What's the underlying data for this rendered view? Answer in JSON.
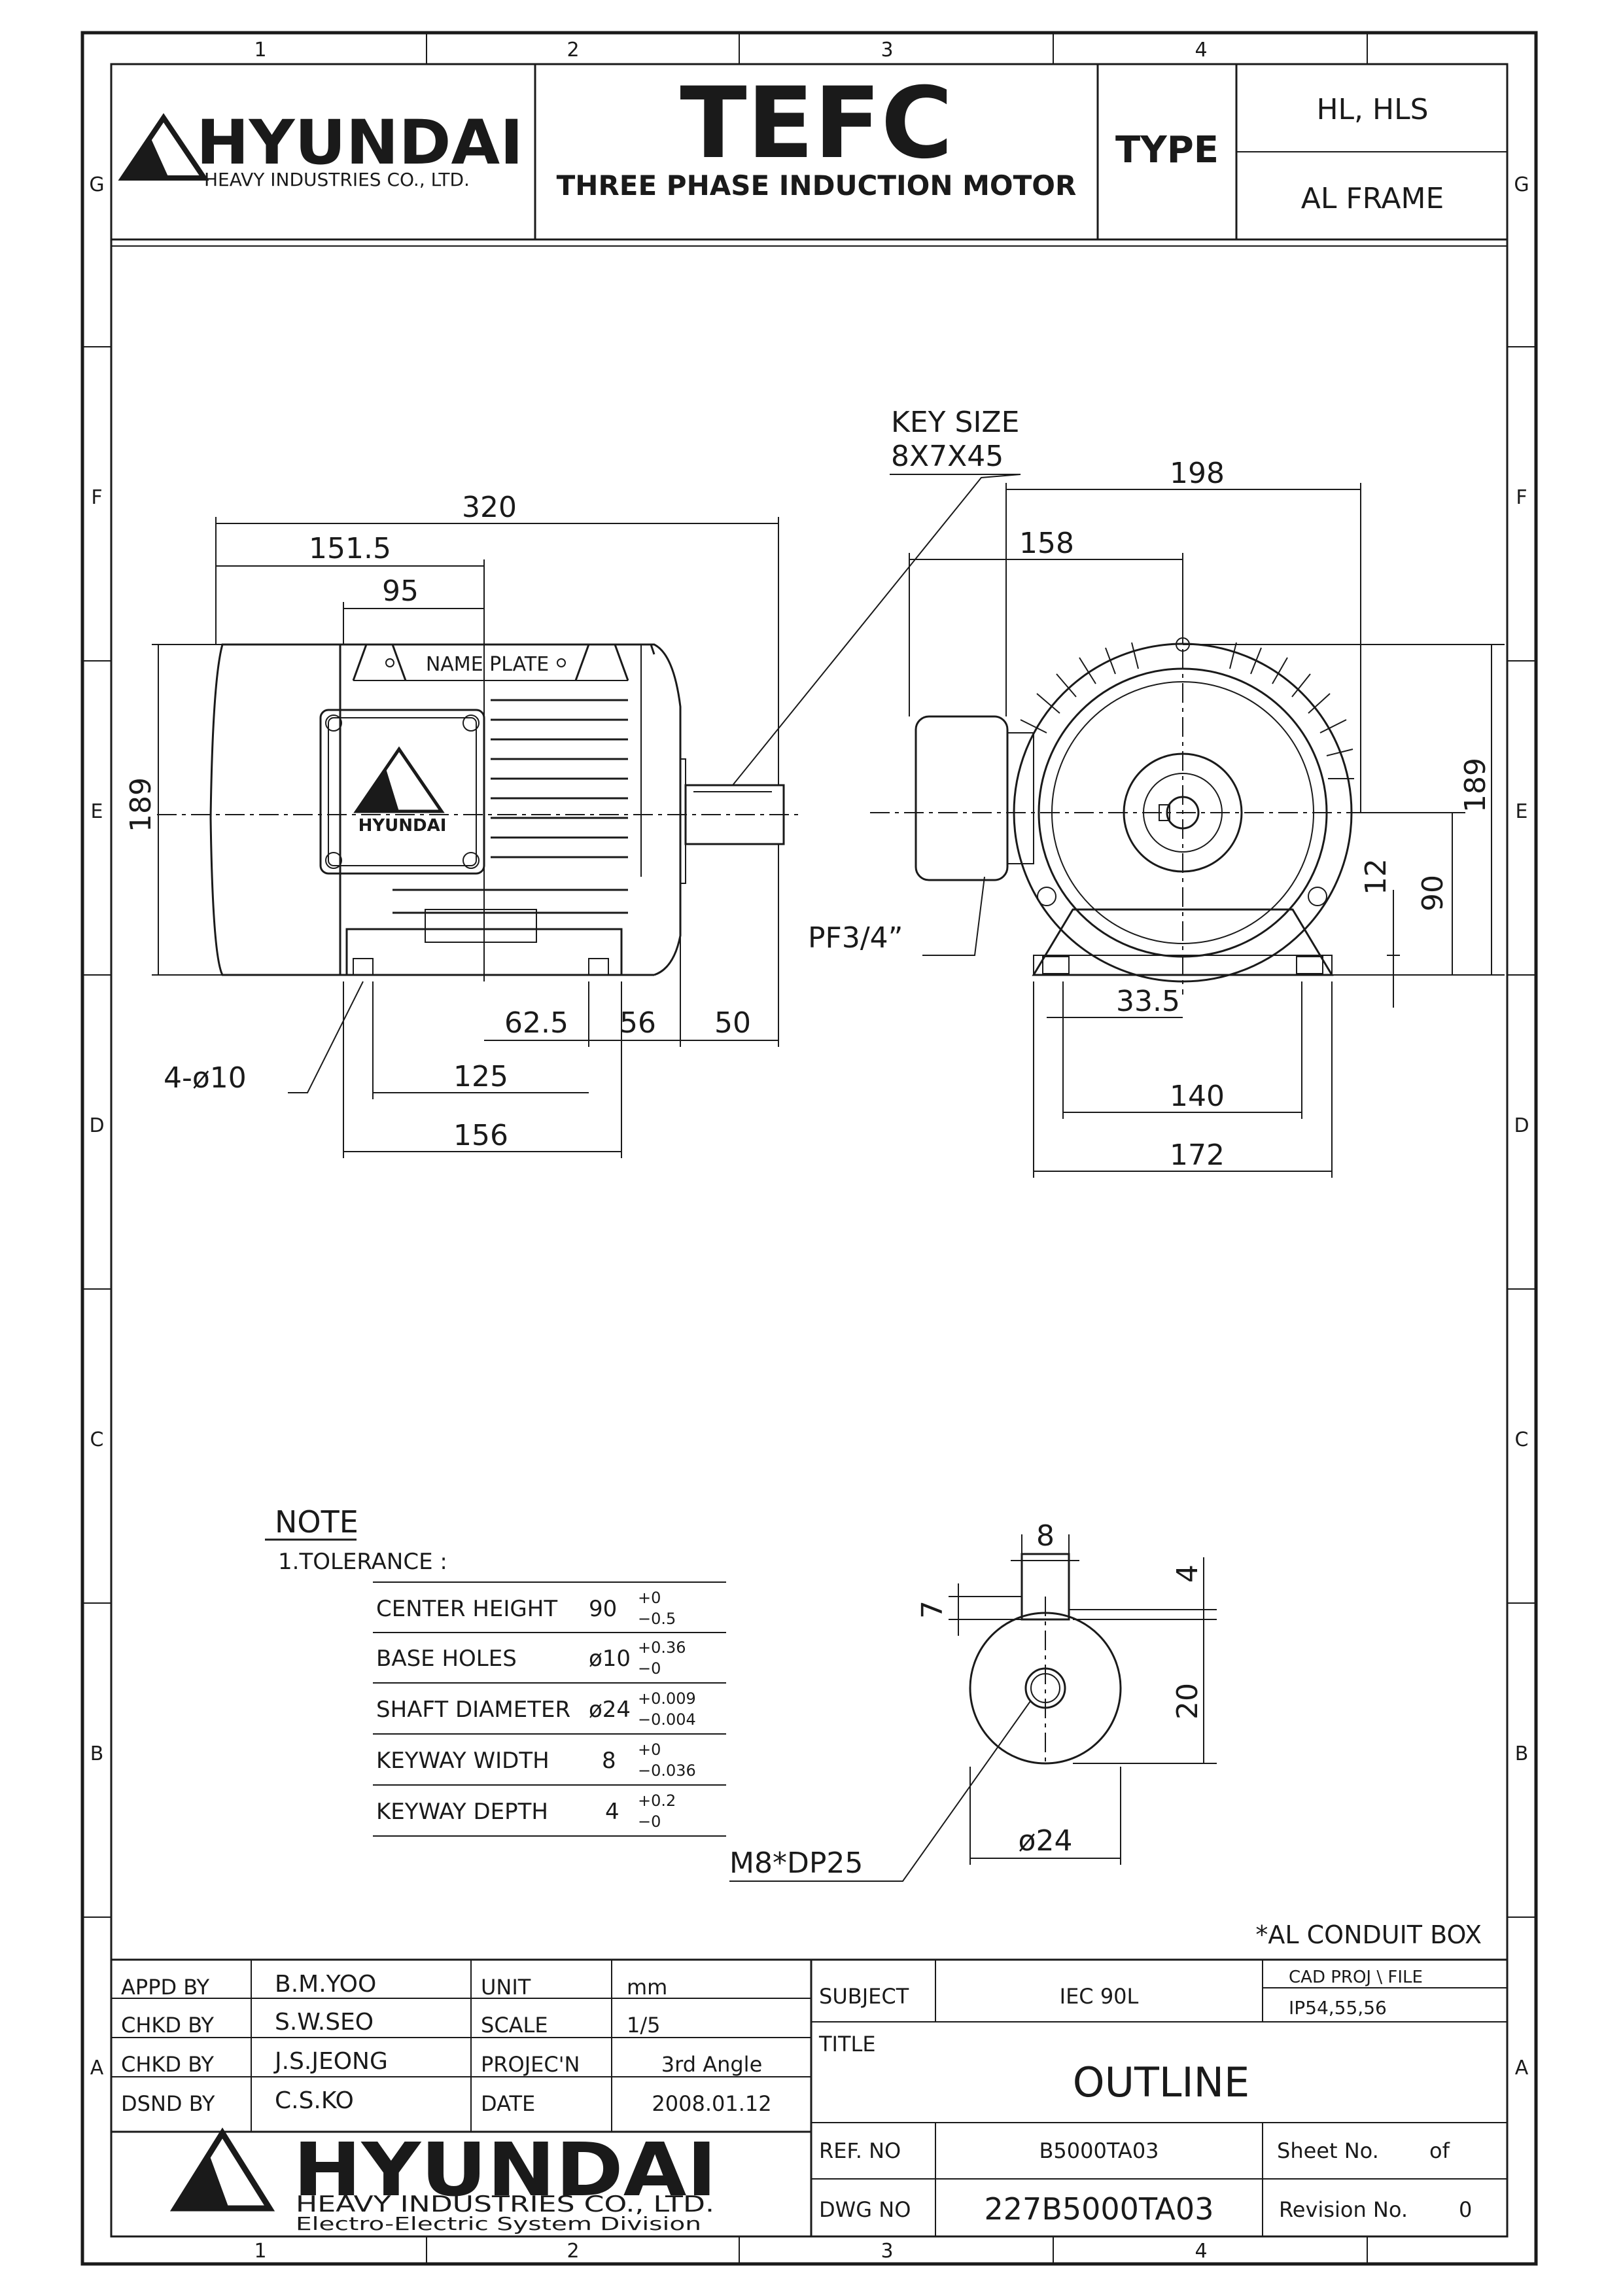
{
  "header": {
    "brand": "HYUNDAI",
    "brand_sub": "HEAVY INDUSTRIES CO., LTD.",
    "title": "TEFC",
    "subtitle": "THREE PHASE INDUCTION MOTOR",
    "type_label": "TYPE",
    "type_value": "HL, HLS",
    "frame_value": "AL FRAME"
  },
  "grid": {
    "columns": [
      "1",
      "2",
      "3",
      "4"
    ],
    "rows": [
      "G",
      "F",
      "E",
      "D",
      "C",
      "B",
      "A"
    ]
  },
  "side_view": {
    "dim_320": "320",
    "dim_151_5": "151.5",
    "dim_95": "95",
    "dim_189": "189",
    "dim_62_5": "62.5",
    "dim_56": "56",
    "dim_50": "50",
    "dim_125": "125",
    "dim_156": "156",
    "holes": "4-ø10",
    "name_plate": "NAME PLATE",
    "box_logo": "HYUNDAI"
  },
  "front_view": {
    "key_size_label": "KEY SIZE",
    "key_size_value": "8X7X45",
    "dim_198": "198",
    "dim_158": "158",
    "dim_189": "189",
    "dim_12": "12",
    "dim_90": "90",
    "dim_33_5": "33.5",
    "dim_140": "140",
    "dim_172": "172",
    "conduit": "PF3/4”"
  },
  "shaft_detail": {
    "dim_8": "8",
    "dim_4": "4",
    "dim_7": "7",
    "dim_20": "20",
    "dim_24": "ø24",
    "thread": "M8*DP25"
  },
  "note": {
    "title": "NOTE",
    "line1": "1.TOLERANCE :",
    "rows": [
      {
        "label": "CENTER HEIGHT",
        "nominal": "90",
        "upper": "+0",
        "lower": "−0.5"
      },
      {
        "label": "BASE HOLES",
        "nominal": "ø10",
        "upper": "+0.36",
        "lower": "−0"
      },
      {
        "label": "SHAFT DIAMETER",
        "nominal": "ø24",
        "upper": "+0.009",
        "lower": "−0.004"
      },
      {
        "label": "KEYWAY WIDTH",
        "nominal": "8",
        "upper": "+0",
        "lower": "−0.036"
      },
      {
        "label": "KEYWAY DEPTH",
        "nominal": "4",
        "upper": "+0.2",
        "lower": "−0"
      }
    ],
    "conduit_note": "*AL CONDUIT BOX"
  },
  "title_block": {
    "appd_label": "APPD BY",
    "appd_value": "B.M.YOO",
    "chkd1_label": "CHKD BY",
    "chkd1_value": "S.W.SEO",
    "chkd2_label": "CHKD BY",
    "chkd2_value": "J.S.JEONG",
    "dsnd_label": "DSND BY",
    "dsnd_value": "C.S.KO",
    "unit_label": "UNIT",
    "unit_value": "mm",
    "scale_label": "SCALE",
    "scale_value": "1/5",
    "proj_label": "PROJEC'N",
    "proj_value": "3rd Angle",
    "date_label": "DATE",
    "date_value": "2008.01.12",
    "subject_label": "SUBJECT",
    "subject_value": "IEC 90L",
    "cad_label": "CAD PROJ \\ FILE",
    "cad_value": "IP54,55,56",
    "title_label": "TITLE",
    "title_value": "OUTLINE",
    "ref_label": "REF. NO",
    "ref_value": "B5000TA03",
    "dwg_label": "DWG NO",
    "dwg_value": "227B5000TA03",
    "sheet_label": "Sheet No.",
    "sheet_of": "of",
    "rev_label": "Revision No.",
    "rev_value": "0",
    "brand": "HYUNDAI",
    "brand_sub": "HEAVY INDUSTRIES CO., LTD.",
    "division": "Electro-Electric System Division"
  }
}
